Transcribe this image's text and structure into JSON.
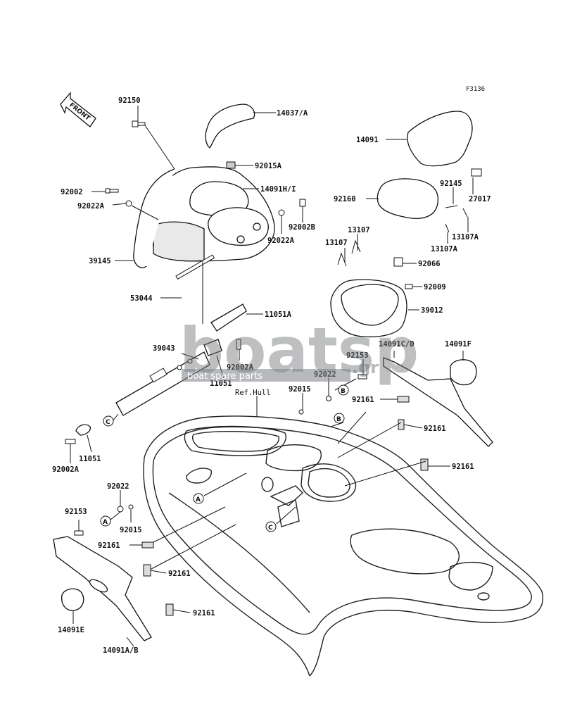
{
  "figure_code": "F3136",
  "front_tag": "FRONT",
  "ref_hull": "Ref.Hull",
  "watermark": {
    "main": "boatsp",
    "suffix": ".gr",
    "sub": "boat spare parts"
  },
  "callouts": [
    "A",
    "B",
    "C"
  ],
  "parts": {
    "p92150": "92150",
    "p14037A": "14037/A",
    "p14091": "14091",
    "p92015A": "92015A",
    "p14091HI": "14091H/I",
    "p92002": "92002",
    "p92022A_l": "92022A",
    "p92002B": "92002B",
    "p92022A_r": "92022A",
    "p92145": "92145",
    "p27017": "27017",
    "p92160": "92160",
    "p13107_t": "13107",
    "p13107_l": "13107",
    "p13107A_r": "13107A",
    "p13107A_b": "13107A",
    "p39145": "39145",
    "p92066": "92066",
    "p92009": "92009",
    "p53044": "53044",
    "p11051A": "11051A",
    "p39012": "39012",
    "p39043": "39043",
    "p92153_t": "92153",
    "p14091CD": "14091C/D",
    "p14091F": "14091F",
    "p92002A_t": "92002A",
    "p11051_t": "11051",
    "p92022_m": "92022",
    "p92015_m": "92015",
    "p92161_a": "92161",
    "p92161_b": "92161",
    "p92161_c": "92161",
    "p11051_b": "11051",
    "p92002A_b": "92002A",
    "p92022_b": "92022",
    "p92153_b": "92153",
    "p92015_b": "92015",
    "p92161_d": "92161",
    "p92161_e": "92161",
    "p92161_f": "92161",
    "p14091E": "14091E",
    "p14091AB": "14091A/B"
  }
}
